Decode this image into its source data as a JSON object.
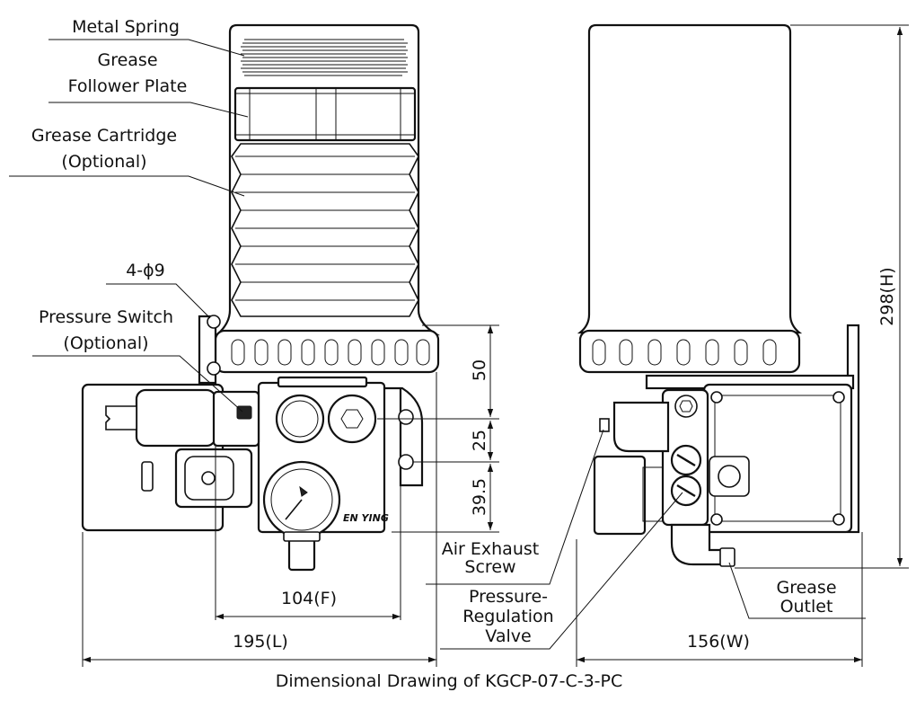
{
  "labels": {
    "metal_spring": "Metal Spring",
    "follower_l1": "Grease",
    "follower_l2": "Follower Plate",
    "cartridge_l1": "Grease Cartridge",
    "cartridge_l2": "(Optional)",
    "holes": "4-ϕ9",
    "pswitch_l1": "Pressure Switch",
    "pswitch_l2": "(Optional)",
    "air_l1": "Air Exhaust",
    "air_l2": "Screw",
    "preg_l1": "Pressure-",
    "preg_l2": "Regulation",
    "preg_l3": "Valve",
    "outlet_l1": "Grease",
    "outlet_l2": "Outlet",
    "brand_mark": "EN YING"
  },
  "dimensions": {
    "d50": "50",
    "d25": "25",
    "d395": "39.5",
    "d104": "104(F)",
    "d195": "195(L)",
    "d156": "156(W)",
    "d298": "298(H)"
  },
  "caption": "Dimensional Drawing of KGCP-07-C-3-PC"
}
